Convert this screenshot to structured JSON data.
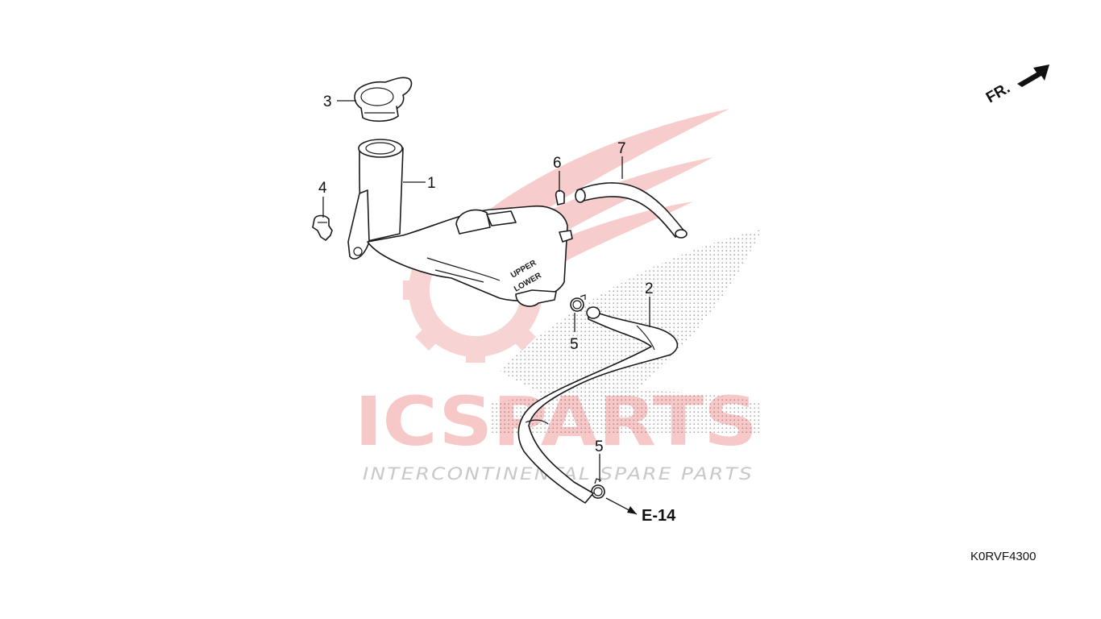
{
  "diagram": {
    "callouts": {
      "c1": "1",
      "c2": "2",
      "c3": "3",
      "c4": "4",
      "c5a": "5",
      "c5b": "5",
      "c6": "6",
      "c7": "7"
    },
    "reference_label": "E-14",
    "direction_label": "FR.",
    "diagram_code": "K0RVF4300",
    "tank_text_1": "UPPER",
    "tank_text_2": "LOWER"
  },
  "watermark": {
    "brand": "ICSPARTS",
    "tagline": "INTERCONTINENTAL SPARE PARTS",
    "colors": {
      "red": "#e23a3a",
      "gray": "#9a9a9a"
    }
  }
}
